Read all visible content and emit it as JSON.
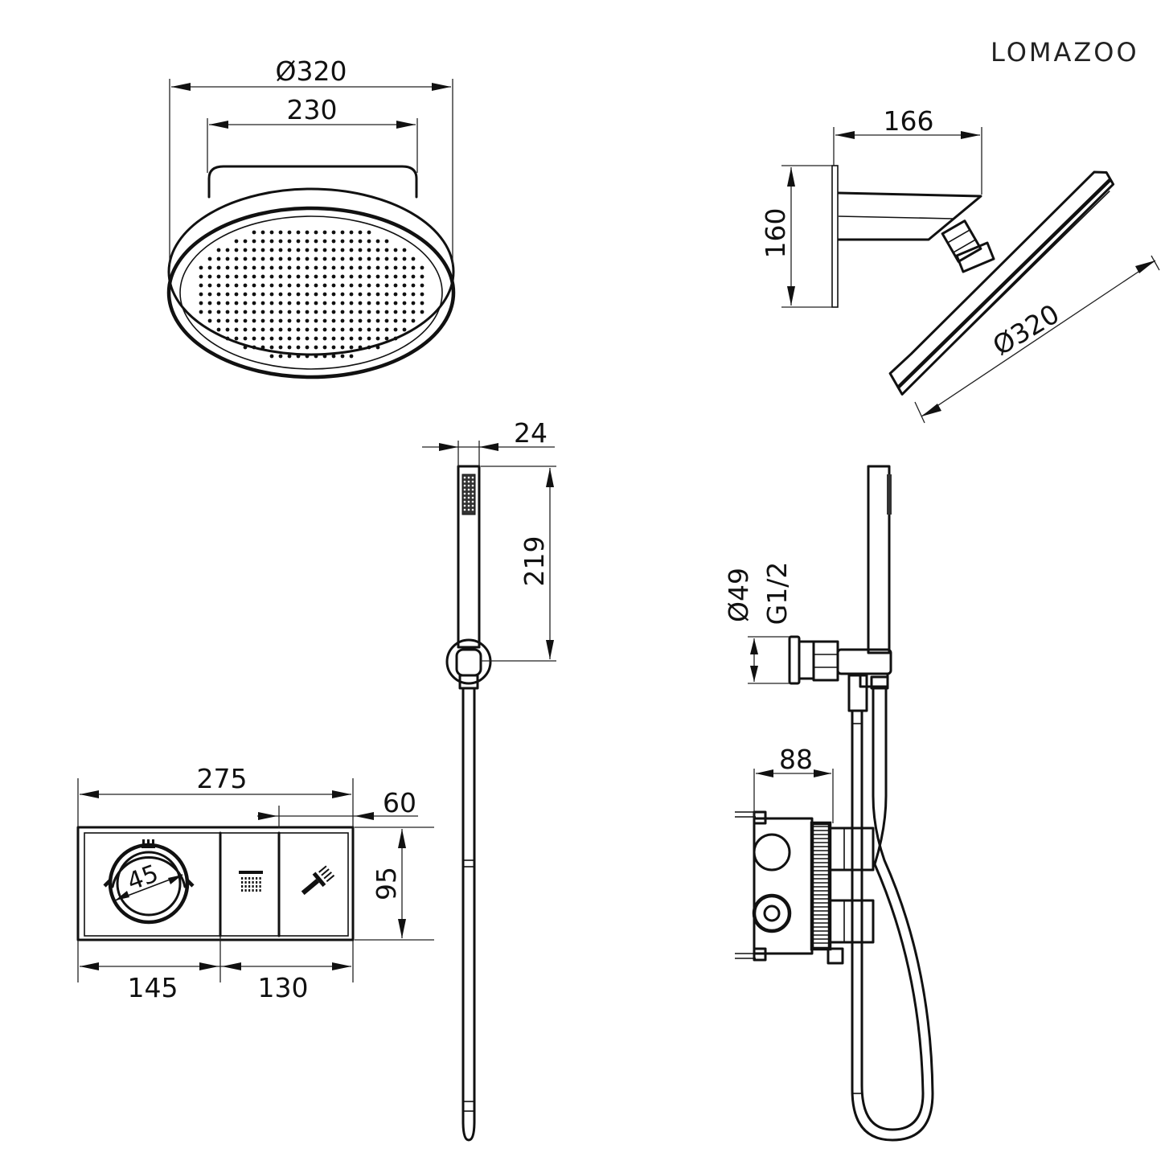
{
  "brand": {
    "name": "LOMAZOO"
  },
  "dimensions": {
    "head_front_diameter": "Ø320",
    "head_front_arm_width": "230",
    "head_side_arm_length": "166",
    "head_side_height": "160",
    "head_side_diameter": "Ø320",
    "hand_width": "24",
    "hand_length": "219",
    "outlet_diameter": "Ø49",
    "outlet_thread": "G1/2",
    "valve_depth": "88",
    "panel_width": "275",
    "panel_button_width": "60",
    "panel_height": "95",
    "panel_knob_diameter": "45",
    "panel_left_width": "145",
    "panel_right_width": "130"
  },
  "icons": {
    "knob_mark": "temperature-icon",
    "button_1": "rain-shower-icon",
    "button_2": "hand-shower-icon"
  }
}
